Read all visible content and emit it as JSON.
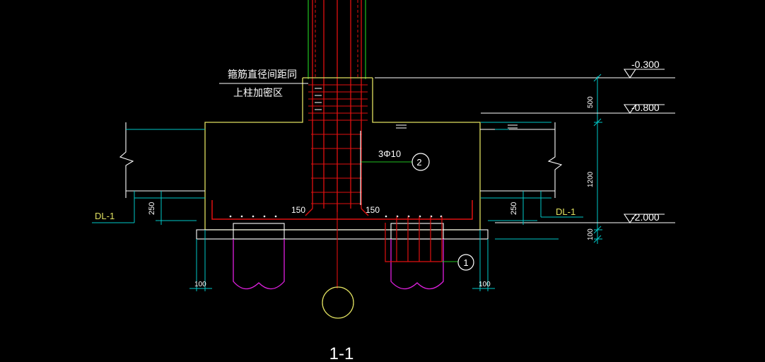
{
  "drawing": {
    "section_title": "1-1",
    "colors": {
      "background": "#000000",
      "concrete_outline": "#e0e060",
      "rebar": "#e01010",
      "dimension": "#00c8c8",
      "text": "#ffffff",
      "column_outline": "#20c020",
      "pile": "#e020e0",
      "callout_leader": "#20c020",
      "grid_circle": "#e0e060"
    },
    "elevations": {
      "top": "-0.300",
      "middle": "-0.800",
      "bottom": "-2.000"
    },
    "dimensions": {
      "upper": "500",
      "middle": "1200",
      "lower": "100",
      "left_beam": "250",
      "right_beam": "250",
      "left_offset": "100",
      "right_offset": "100",
      "hook_left": "150",
      "hook_right": "150"
    },
    "labels": {
      "beam_left": "DL-1",
      "beam_right": "DL-1",
      "note_line1": "箍筋直径间距同",
      "note_line2": "上柱加密区",
      "bar_spec": "3Φ10"
    },
    "callouts": {
      "one": "1",
      "two": "2"
    }
  }
}
